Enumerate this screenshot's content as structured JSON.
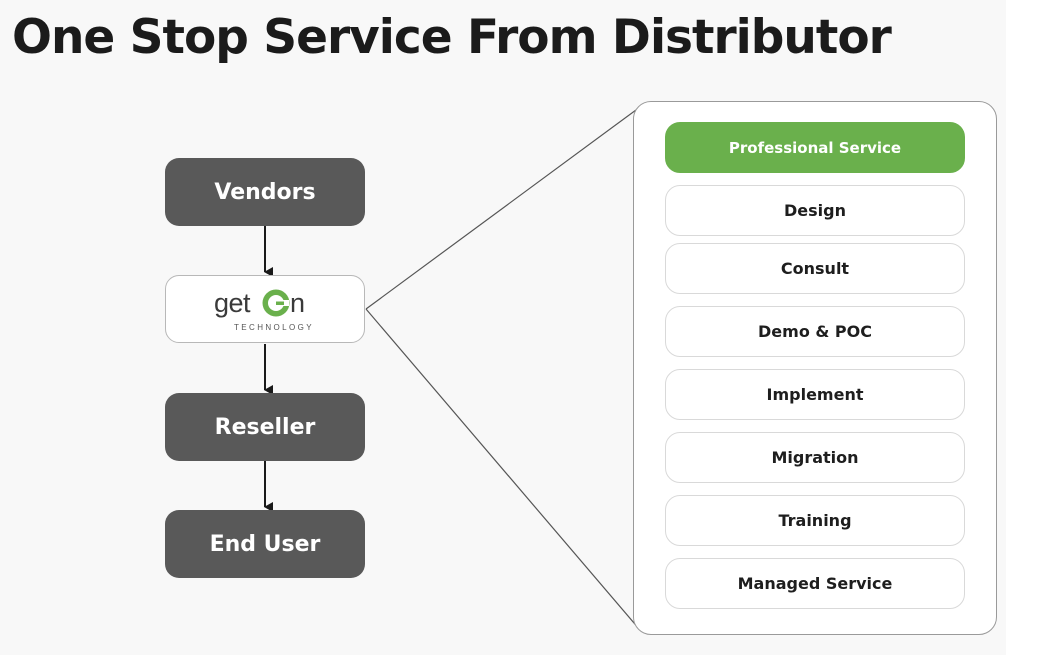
{
  "title": "One Stop Service From Distributor",
  "flow": {
    "vendors": "Vendors",
    "reseller": "Reseller",
    "end_user": "End User"
  },
  "logo": {
    "word_left": "get",
    "word_right": "n",
    "sub": "TECHNOLOGY",
    "colors": {
      "green": "#6ab04c",
      "grey": "#3a3a3a"
    }
  },
  "panel": {
    "header": "Professional Service",
    "items": [
      "Design",
      "Consult",
      "Demo & POC",
      "Implement",
      "Migration",
      "Training",
      "Managed Service"
    ]
  },
  "colors": {
    "flow_box": "#595959",
    "accent_green": "#6ab04c",
    "title": "#1b1b1b"
  }
}
